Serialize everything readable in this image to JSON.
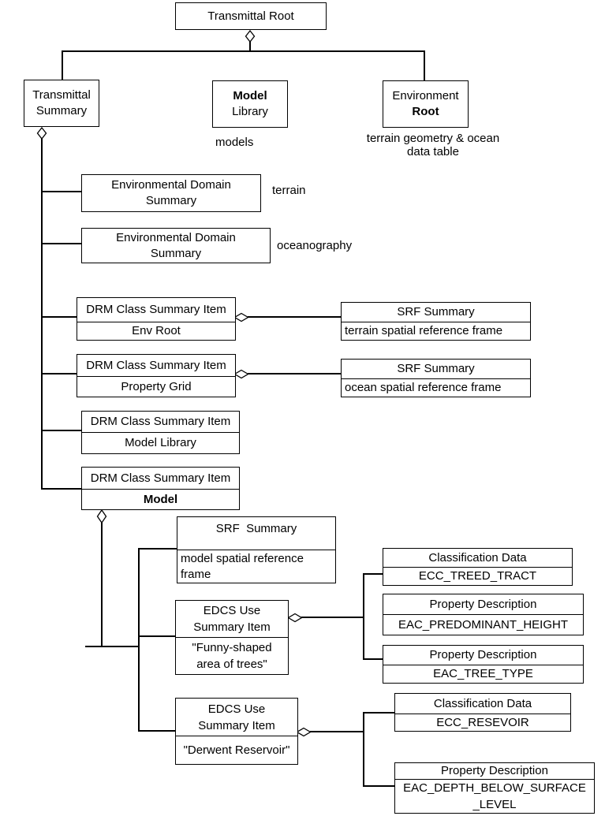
{
  "diagram": {
    "colors": {
      "background": "#ffffff",
      "line": "#000000",
      "text": "#000000"
    },
    "boxes": {
      "transmittal_root": {
        "label": "Transmittal Root"
      },
      "transmittal_summary": {
        "line1": "Transmittal",
        "line2": "Summary"
      },
      "model_library": {
        "line1": "Model",
        "line2": "Library"
      },
      "environment_root": {
        "line1": "Environment",
        "line2": "Root"
      },
      "env_domain_summary_terrain": {
        "line1": "Environmental Domain",
        "line2": "Summary"
      },
      "env_domain_summary_ocean": {
        "line1": "Environmental Domain",
        "line2": "Summary"
      },
      "drm_env_root": {
        "header": "DRM Class Summary Item",
        "value": "Env Root"
      },
      "drm_property_grid": {
        "header": "DRM Class Summary Item",
        "value": "Property Grid"
      },
      "drm_model_library": {
        "header": "DRM Class Summary Item",
        "value": "Model Library"
      },
      "drm_model": {
        "header": "DRM Class Summary Item",
        "value": "Model"
      },
      "srf_terrain": {
        "header": "SRF Summary",
        "value": "terrain spatial reference frame"
      },
      "srf_ocean": {
        "header": "SRF Summary",
        "value": "ocean spatial reference frame"
      },
      "srf_model": {
        "header": "SRF  Summary",
        "value": "model spatial reference frame"
      },
      "edcs_trees": {
        "header_line1": "EDCS Use",
        "header_line2": "Summary Item",
        "value_line1": "\"Funny-shaped",
        "value_line2": "area of trees\""
      },
      "edcs_reservoir": {
        "header_line1": "EDCS Use",
        "header_line2": "Summary Item",
        "value": "\"Derwent Reservoir\""
      },
      "classification_treed_tract": {
        "header": "Classification Data",
        "value": "ECC_TREED_TRACT"
      },
      "property_predominant_height": {
        "header": "Property Description",
        "value": "EAC_PREDOMINANT_HEIGHT"
      },
      "property_tree_type": {
        "header": "Property Description",
        "value": "EAC_TREE_TYPE"
      },
      "classification_resevoir": {
        "header": "Classification Data",
        "value": "ECC_RESEVOIR"
      },
      "property_depth_below_surface": {
        "header": "Property Description",
        "value_line1": "EAC_DEPTH_BELOW_SURFACE",
        "value_line2": "_LEVEL"
      }
    },
    "captions": {
      "model_library": "models",
      "environment_root_line1": "terrain geometry & ocean",
      "environment_root_line2": "data table",
      "terrain": "terrain",
      "oceanography": "oceanography"
    }
  }
}
